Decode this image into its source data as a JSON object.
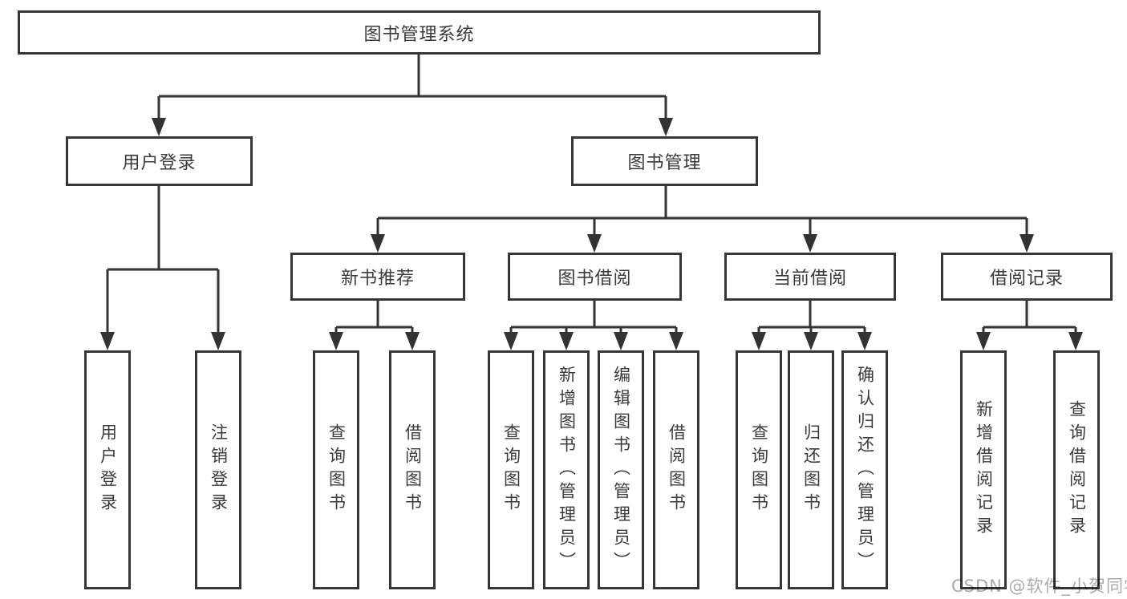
{
  "diagram": {
    "root": {
      "label": "图书管理系统"
    },
    "level2": {
      "user_login": {
        "label": "用户登录"
      },
      "book_management": {
        "label": "图书管理"
      }
    },
    "level3": {
      "new_book_recommend": {
        "label": "新书推荐"
      },
      "book_borrow": {
        "label": "图书借阅"
      },
      "current_borrow": {
        "label": "当前借阅"
      },
      "borrow_records": {
        "label": "借阅记录"
      }
    },
    "leaves": {
      "user_login": [
        "用户登录",
        "注销登录"
      ],
      "new_book_recommend": [
        "查询图书",
        "借阅图书"
      ],
      "book_borrow": [
        "查询图书",
        "新增图书（管理员）",
        "编辑图书（管理员）",
        "借阅图书"
      ],
      "current_borrow": [
        "查询图书",
        "归还图书",
        "确认归还（管理员）"
      ],
      "borrow_records": [
        "新增借阅记录",
        "查询借阅记录"
      ]
    },
    "watermark": "CSDN @软件_小贺同学",
    "colors": {
      "line": "#333333",
      "box_border": "#363636",
      "text": "#3a3a3a",
      "background": "#ffffff",
      "watermark": "#ababab"
    }
  }
}
